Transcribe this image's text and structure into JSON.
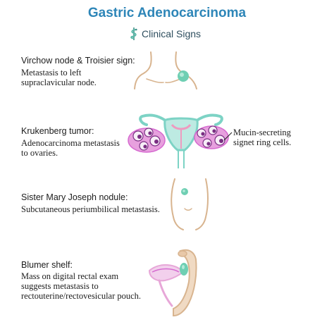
{
  "header": {
    "title": "Gastric Adenocarcinoma",
    "subtitle": "Clinical Signs",
    "subtitle_icon": "caduceus-icon"
  },
  "signs": [
    {
      "name": "Virchow node & Troisier sign:",
      "description": [
        "Metastasis to left",
        "supraclavicular node."
      ],
      "illustration": "neck-clavicle-illustration"
    },
    {
      "name": "Krukenberg tumor:",
      "description": [
        "Adenocarcinoma metastasis",
        "to ovaries."
      ],
      "illustration": "uterus-ovaries-illustration",
      "callout": [
        "Mucin-secreting",
        "signet ring cells."
      ]
    },
    {
      "name": "Sister Mary Joseph nodule:",
      "description": [
        "Subcutaneous periumbilical metastasis."
      ],
      "illustration": "abdomen-umbilicus-illustration"
    },
    {
      "name": "Blumer shelf:",
      "description": [
        "Mass on digital rectal exam",
        "suggests metastasis to",
        "rectouterine/rectovesicular pouch."
      ],
      "illustration": "rectum-pouch-illustration"
    }
  ],
  "colors": {
    "title": "#2e86b8",
    "skin_outline": "#d8b48f",
    "nodule": "#6fcfb3",
    "uterus": "#7dd3c5",
    "ovary": "#d66ad0",
    "signet_cell": "#7a2e83",
    "rectum": "#e8c8a8",
    "uterus_pink": "#e7a7d8"
  }
}
